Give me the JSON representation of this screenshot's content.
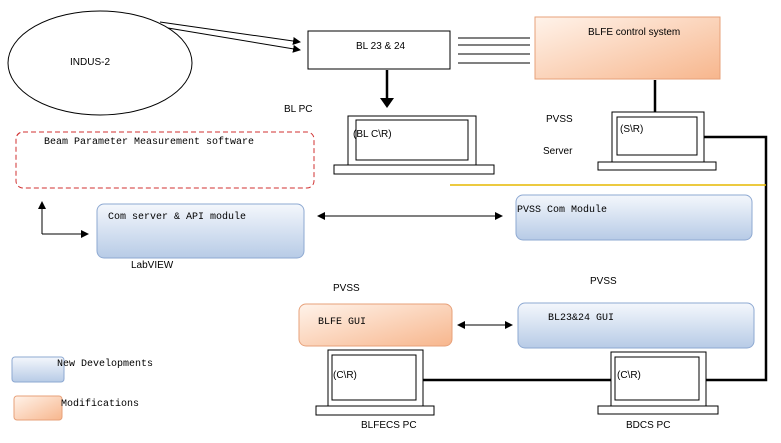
{
  "nodes": {
    "indus": "INDUS-2",
    "bl": "BL 23 & 24",
    "blfe_control": "BLFE control system",
    "bl_pc": "BL PC",
    "bl_monitor": "(BL C\\R)",
    "pvss_top": "PVSS",
    "server": "Server",
    "server_monitor": "(S\\R)",
    "beam_param": "Beam Parameter Measurement software",
    "com_server": "Com server & API module",
    "labview": "LabVIEW",
    "pvss_com": "PVSS Com Module",
    "pvss_left": "PVSS",
    "pvss_right": "PVSS",
    "blfe_gui": "BLFE GUI",
    "bl2324_gui": "BL23&24 GUI",
    "blfecs_monitor": "(C\\R)",
    "bdcs_monitor": "(C\\R)",
    "blfecs_pc": "BLFECS PC",
    "bdcs_pc": "BDCS PC"
  },
  "legend": {
    "new_dev": "New Developments",
    "modifications": "Modifications"
  },
  "colors": {
    "blue_top": "#f4f7fc",
    "blue_bottom": "#b7cbe6",
    "blue_border": "#8ea9d2",
    "orange_top": "#fff3ea",
    "orange_bottom": "#f7b68d",
    "orange_border": "#e7a17a",
    "dashed_red": "#d03030",
    "divider": "#e6b800"
  }
}
